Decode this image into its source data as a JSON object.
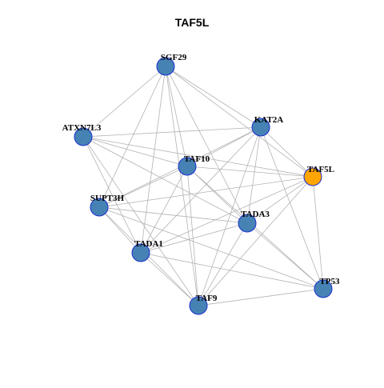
{
  "title": "TAF5L",
  "colors": {
    "node": "#4682B4",
    "node_border": "#1a2fd0",
    "highlight": "#FFA500",
    "edge": "#b3b3b3"
  },
  "nodes": [
    {
      "id": "SGF29",
      "label": "SGF29",
      "highlight": false
    },
    {
      "id": "KAT2A",
      "label": "KAT2A",
      "highlight": false
    },
    {
      "id": "ATXN7L3",
      "label": "ATXN7L3",
      "highlight": false
    },
    {
      "id": "TAF10",
      "label": "TAF10",
      "highlight": false
    },
    {
      "id": "TAF5L",
      "label": "TAF5L",
      "highlight": true
    },
    {
      "id": "SUPT3H",
      "label": "SUPT3H",
      "highlight": false
    },
    {
      "id": "TADA3",
      "label": "TADA3",
      "highlight": false
    },
    {
      "id": "TADA1",
      "label": "TADA1",
      "highlight": false
    },
    {
      "id": "TP53",
      "label": "TP53",
      "highlight": false
    },
    {
      "id": "TAF9",
      "label": "TAF9",
      "highlight": false
    }
  ],
  "edges": [
    [
      "SGF29",
      "ATXN7L3"
    ],
    [
      "SGF29",
      "KAT2A"
    ],
    [
      "SGF29",
      "TAF10"
    ],
    [
      "SGF29",
      "SUPT3H"
    ],
    [
      "SGF29",
      "TADA1"
    ],
    [
      "SGF29",
      "TADA3"
    ],
    [
      "SGF29",
      "TAF9"
    ],
    [
      "SGF29",
      "TAF5L"
    ],
    [
      "ATXN7L3",
      "KAT2A"
    ],
    [
      "ATXN7L3",
      "TAF10"
    ],
    [
      "ATXN7L3",
      "TADA1"
    ],
    [
      "ATXN7L3",
      "TAF9"
    ],
    [
      "ATXN7L3",
      "TADA3"
    ],
    [
      "ATXN7L3",
      "TAF5L"
    ],
    [
      "KAT2A",
      "TAF10"
    ],
    [
      "KAT2A",
      "SUPT3H"
    ],
    [
      "KAT2A",
      "TADA1"
    ],
    [
      "KAT2A",
      "TADA3"
    ],
    [
      "KAT2A",
      "TAF9"
    ],
    [
      "KAT2A",
      "TP53"
    ],
    [
      "KAT2A",
      "TAF5L"
    ],
    [
      "TAF10",
      "SUPT3H"
    ],
    [
      "TAF10",
      "TADA1"
    ],
    [
      "TAF10",
      "TADA3"
    ],
    [
      "TAF10",
      "TAF9"
    ],
    [
      "TAF10",
      "TAF5L"
    ],
    [
      "TAF10",
      "TP53"
    ],
    [
      "SUPT3H",
      "TADA1"
    ],
    [
      "SUPT3H",
      "TAF9"
    ],
    [
      "SUPT3H",
      "TADA3"
    ],
    [
      "SUPT3H",
      "TAF5L"
    ],
    [
      "SUPT3H",
      "TP53"
    ],
    [
      "TADA3",
      "TADA1"
    ],
    [
      "TADA3",
      "TAF9"
    ],
    [
      "TADA3",
      "TP53"
    ],
    [
      "TADA3",
      "TAF5L"
    ],
    [
      "TADA1",
      "TAF9"
    ],
    [
      "TADA1",
      "TP53"
    ],
    [
      "TADA1",
      "TAF5L"
    ],
    [
      "TAF9",
      "TP53"
    ],
    [
      "TAF9",
      "TAF5L"
    ],
    [
      "TAF5L",
      "TP53"
    ]
  ]
}
